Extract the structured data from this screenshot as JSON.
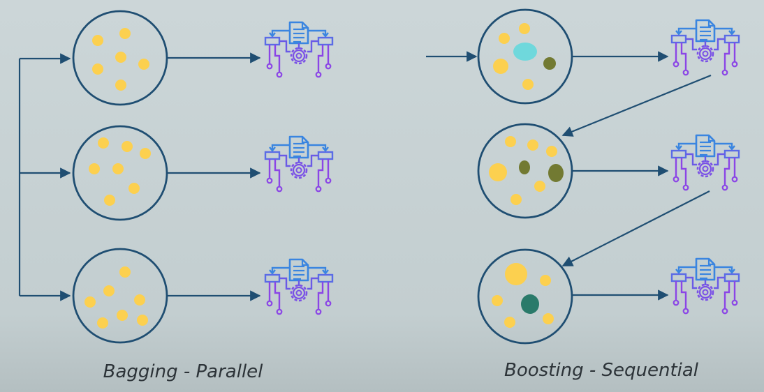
{
  "captions": {
    "bagging": "Bagging - Parallel",
    "boosting": "Boosting - Sequential"
  },
  "colors": {
    "circle_stroke": "#1f4e72",
    "arrow": "#1f4e72",
    "sample_yellow": "#fcd04f",
    "highlight_cyan": "#6fd8dc",
    "highlight_olive": "#727a32",
    "highlight_teal": "#2a7a6a",
    "model_icon_blue": "#3a85e0",
    "model_icon_purple": "#8b45e6"
  },
  "icons": {
    "model": "machine-learning-model-icon"
  },
  "bagging": {
    "mode": "parallel",
    "subsets": [
      {
        "samples": [
          "yellow",
          "yellow",
          "yellow",
          "yellow",
          "yellow",
          "yellow"
        ]
      },
      {
        "samples": [
          "yellow",
          "yellow",
          "yellow",
          "yellow",
          "yellow",
          "yellow",
          "yellow"
        ]
      },
      {
        "samples": [
          "yellow",
          "yellow",
          "yellow",
          "yellow",
          "yellow",
          "yellow",
          "yellow"
        ]
      }
    ]
  },
  "boosting": {
    "mode": "sequential",
    "subsets": [
      {
        "samples": [
          "yellow",
          "yellow",
          "cyan",
          "yellow",
          "olive",
          "yellow"
        ]
      },
      {
        "samples": [
          "yellow",
          "yellow",
          "yellow",
          "yellow",
          "olive",
          "olive",
          "yellow",
          "yellow"
        ]
      },
      {
        "samples": [
          "yellow",
          "yellow",
          "yellow",
          "teal",
          "yellow",
          "yellow"
        ]
      }
    ]
  }
}
